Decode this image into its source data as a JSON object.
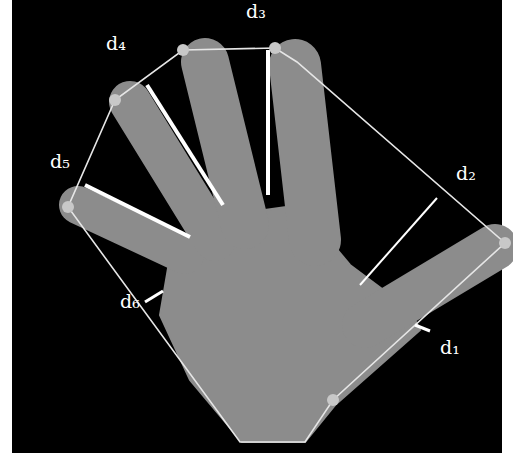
{
  "diagram": {
    "labels": [
      "d₁",
      "d₂",
      "d₃",
      "d₄",
      "d₅",
      "d₆"
    ]
  }
}
